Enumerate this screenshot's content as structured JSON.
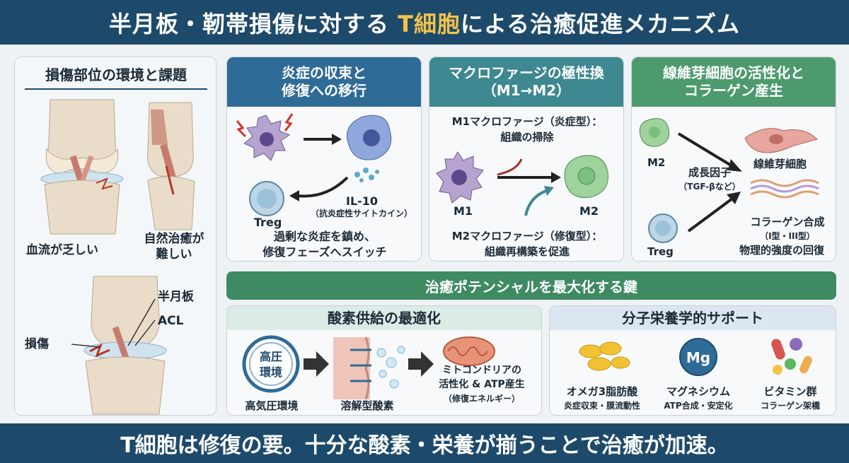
{
  "header": {
    "title_pre": "半月板・靭帯損傷に対する ",
    "title_highlight": "T細胞",
    "title_post": "による治癒促進メカニズム"
  },
  "left": {
    "title": "損傷部位の環境と課題",
    "blood_label": "血流が乏しい",
    "healing_label_1": "自然治癒が",
    "healing_label_2": "難しい",
    "meniscus_label": "半月板",
    "acl_label": "ACL",
    "injury_label": "損傷"
  },
  "inflammation": {
    "title_1": "炎症の収束と",
    "title_2": "修復への移行",
    "il10": "IL-10",
    "il10_sub": "（抗炎症性サイトカイン）",
    "treg": "Treg",
    "caption_1": "過剰な炎症を鎮め、",
    "caption_2": "修復フェーズへスイッチ"
  },
  "macrophage": {
    "title_1": "マクロファージの極性換",
    "title_2": "（M1→M2）",
    "m1_desc_1": "M1マクロファージ（炎症型）：",
    "m1_desc_2": "組織の掃除",
    "m1": "M1",
    "m2": "M2",
    "m2_desc_1": "M2マクロファージ（修復型）：",
    "m2_desc_2": "組織再構築を促進"
  },
  "fibroblast": {
    "title_1": "線維芽細胞の活性化と",
    "title_2": "コラーゲン産生",
    "m2": "M2",
    "growth_1": "成長因子",
    "growth_2": "（TGF-βなど）",
    "treg": "Treg",
    "fibro": "線維芽細胞",
    "collagen_1": "コラーゲン合成",
    "collagen_2": "（I型・III型）",
    "collagen_3": "物理的強度の回復"
  },
  "potential": {
    "title": "治癒ポテンシャルを最大化する鍵"
  },
  "oxygen": {
    "title": "酸素供給の最適化",
    "chamber_1": "高圧",
    "chamber_2": "環境",
    "hyperbaric": "高気圧環境",
    "dissolved": "溶解型酸素",
    "mito_1": "ミトコンドリアの",
    "mito_2": "活性化 & ATP産生",
    "mito_3": "（修復エネルギー）"
  },
  "nutrition": {
    "title": "分子栄養学的サポート",
    "mg_symbol": "Mg",
    "omega": "オメガ3脂肪酸",
    "omega_sub": "炎症収束・膜流動性",
    "magnesium": "マグネシウム",
    "magnesium_sub": "ATP合成・安定化",
    "vitamin": "ビタミン群",
    "vitamin_sub": "コラーゲン架橋"
  },
  "footer": {
    "text": "T細胞は修復の要。十分な酸素・栄養が揃うことで治癒が加速。"
  },
  "colors": {
    "navy": "#1d4a6b",
    "teal": "#3e8891",
    "green": "#4d9a6e",
    "blue": "#2f6b97",
    "highlight": "#f3c24a"
  }
}
